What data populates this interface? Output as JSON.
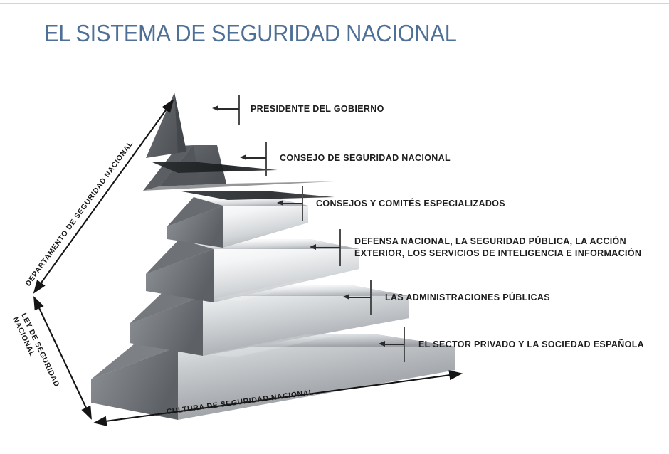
{
  "page": {
    "title": "EL SISTEMA DE SEGURIDAD NACIONAL",
    "title_color": "#4f7096",
    "background": "#ffffff"
  },
  "diagram": {
    "type": "stepped-pyramid",
    "tiers_top_to_bottom": [
      "PRESIDENTE DEL GOBIERNO",
      "CONSEJO DE SEGURIDAD NACIONAL",
      "CONSEJOS Y COMITÉS ESPECIALIZADOS",
      "DEFENSA NACIONAL, LA SEGURIDAD PÚBLICA, LA ACCIÓN EXTERIOR, LOS SERVICIOS DE INTELIGENCIA E INFORMACIÓN",
      "LAS ADMINISTRACIONES PÚBLICAS",
      "EL SECTOR PRIVADO Y LA SOCIEDAD ESPAÑOLA"
    ],
    "callouts": [
      {
        "id": "c1",
        "label": "PRESIDENTE DEL GOBIERNO"
      },
      {
        "id": "c2",
        "label": "CONSEJO DE SEGURIDAD NACIONAL"
      },
      {
        "id": "c3",
        "label": "CONSEJOS Y COMITÉS ESPECIALIZADOS"
      },
      {
        "id": "c4",
        "label_line1": "DEFENSA NACIONAL, LA SEGURIDAD PÚBLICA, LA ACCIÓN",
        "label_line2": "EXTERIOR, LOS SERVICIOS DE INTELIGENCIA E INFORMACIÓN"
      },
      {
        "id": "c5",
        "label": "LAS ADMINISTRACIONES PÚBLICAS"
      },
      {
        "id": "c6",
        "label": "EL SECTOR PRIVADO Y LA SOCIEDAD ESPAÑOLA"
      }
    ],
    "axes": {
      "left_up": "DEPARTAMENTO DE SEGURIDAD NACIONAL",
      "left_down_line1": "LEY DE SEGURIDAD",
      "left_down_line2": "NACIONAL",
      "bottom": "CULTURA DE SEGURIDAD NACIONAL"
    },
    "colors": {
      "pyramid_dark": "#6f7276",
      "pyramid_mid": "#9a9ea2",
      "pyramid_light": "#f2f3f4",
      "arrow": "#2b2b2b",
      "text": "#1d1d1d"
    }
  }
}
